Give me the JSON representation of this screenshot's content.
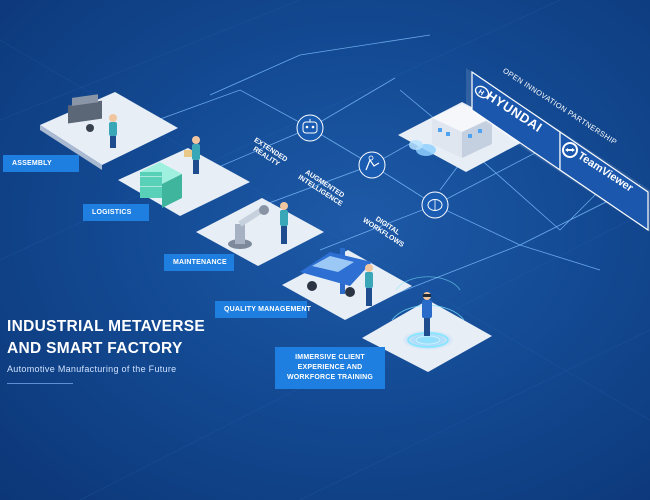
{
  "title": "INDUSTRIAL METAVERSE AND SMART FACTORY",
  "subtitle": "Automotive Manufacturing of the Future",
  "stations": {
    "assembly": "ASSEMBLY",
    "logistics": "LOGISTICS",
    "maintenance": "MAINTENANCE",
    "quality": "QUALITY MANAGEMENT",
    "immersive": "IMMERSIVE CLIENT EXPERIENCE AND WORKFORCE TRAINING"
  },
  "technologies": {
    "extended_reality": "EXTENDED REALITY",
    "augmented_intelligence": "AUGMENTED INTELLIGENCE",
    "digital_workflows": "DIGITAL WORKFLOWS"
  },
  "partnership": {
    "heading": "OPEN INNOVATION PARTNERSHIP",
    "brand_a": "HYUNDAI",
    "brand_b": "TeamViewer"
  },
  "icons": [
    "robot-face-icon",
    "hand-touch-icon",
    "brain-icon",
    "hyundai-logo-icon",
    "teamviewer-logo-icon"
  ],
  "colors": {
    "background": "#134a93",
    "label": "#1f7fe0",
    "network_line": "#7fc1ff",
    "platform": "#e8eef6",
    "text": "#ffffff"
  }
}
